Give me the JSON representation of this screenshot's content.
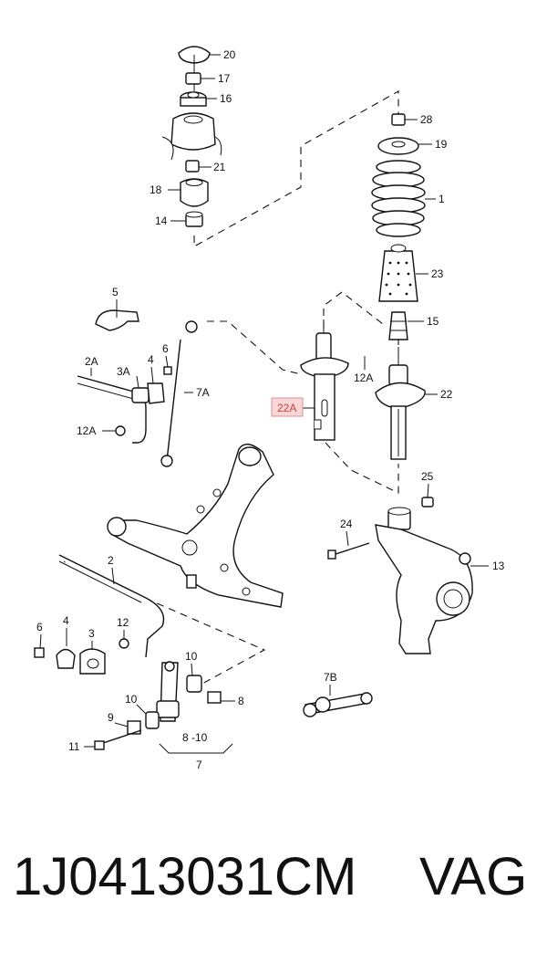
{
  "diagram": {
    "labels": {
      "l20": "20",
      "l17": "17",
      "l16": "16",
      "l21": "21",
      "l18": "18",
      "l14": "14",
      "l28": "28",
      "l19": "19",
      "l1": "1",
      "l23": "23",
      "l15": "15",
      "l22": "22",
      "l22a": "22A",
      "l12a_a": "12A",
      "l12a_b": "12A",
      "l5": "5",
      "l2a": "2A",
      "l3a": "3A",
      "l4a": "4",
      "l6a": "6",
      "l7a": "7A",
      "l25": "25",
      "l24": "24",
      "l13": "13",
      "l2": "2",
      "l6b": "6",
      "l4b": "4",
      "l3b": "3",
      "l12": "12",
      "l10a": "10",
      "l10b": "10",
      "l8": "8",
      "l9": "9",
      "l11": "11",
      "l8_10": "8 -10",
      "l7": "7",
      "l7b": "7B"
    },
    "highlight_color": "#d23a3a"
  },
  "caption": {
    "part_number": "1J0413031CM",
    "brand": "VAG"
  }
}
